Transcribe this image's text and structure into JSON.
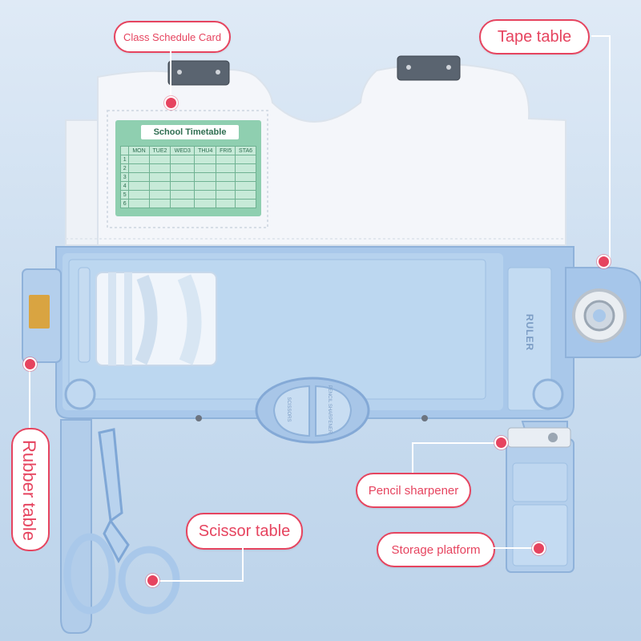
{
  "labels": {
    "class_schedule_card": "Class Schedule Card",
    "tape_table": "Tape table",
    "rubber_table": "Rubber table",
    "scissor_table": "Scissor table",
    "pencil_sharpener": "Pencil sharpener",
    "storage_platform": "Storage platform"
  },
  "timetable": {
    "title": "School Timetable",
    "days": [
      "MON",
      "TUE2",
      "WED3",
      "THU4",
      "FRI5",
      "STA6"
    ],
    "rows": [
      "1",
      "2",
      "3",
      "4",
      "5",
      "6"
    ]
  },
  "product_text": {
    "ruler": "RULER",
    "button_left": "SCISSORS",
    "button_right": "PENCIL SHARPENER"
  },
  "colors": {
    "accent": "#e6445f",
    "case_blue": "#a9c8ea",
    "lid_white": "#f4f6fa",
    "card_green": "#8fcfb0"
  }
}
